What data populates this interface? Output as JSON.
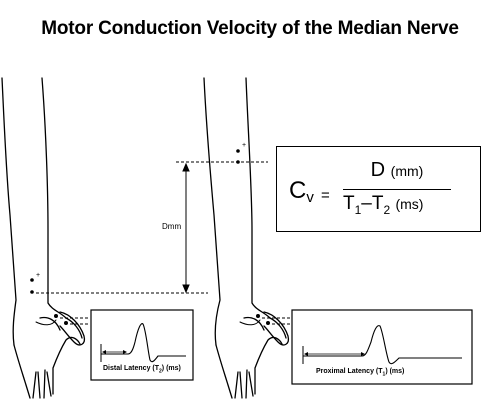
{
  "title": "Motor Conduction Velocity of the Median Nerve",
  "formula": {
    "lhs": "C",
    "lhs_sub": "v",
    "equals": "=",
    "numerator": "D",
    "numerator_unit": "(mm)",
    "denominator_t1": "T",
    "denominator_t1_sub": "1",
    "denominator_dash": "–",
    "denominator_t2": "T",
    "denominator_t2_sub": "2",
    "denominator_unit": "(ms)"
  },
  "distance_label": "Dmm",
  "distal_latency": {
    "label": "Distal Latency (T",
    "sub": "2",
    "unit": ") (ms)"
  },
  "proximal_latency": {
    "label": "Proximal Latency (T",
    "sub": "1",
    "unit": ") (ms)"
  },
  "electrode_marks": {
    "plus": "+",
    "minus": "–"
  }
}
